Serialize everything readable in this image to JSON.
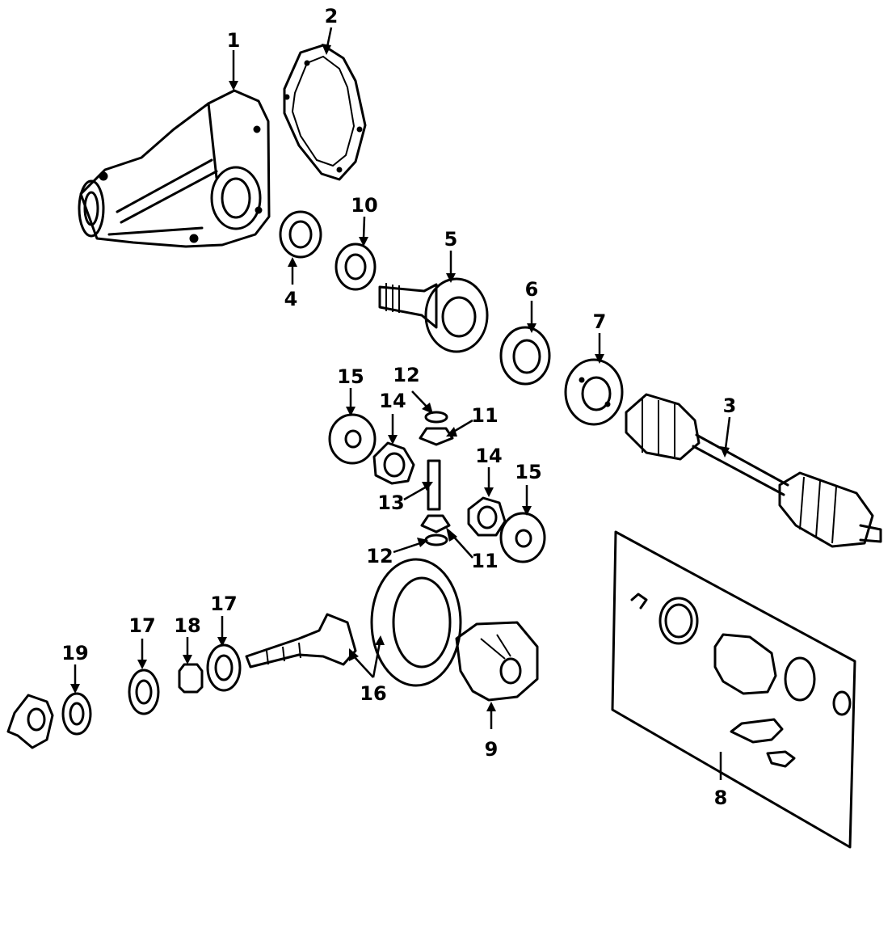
{
  "callouts": {
    "c1": "1",
    "c2": "2",
    "c3": "3",
    "c4": "4",
    "c5": "5",
    "c6": "6",
    "c7": "7",
    "c8": "8",
    "c9": "9",
    "c10": "10",
    "c11a": "11",
    "c11b": "11",
    "c12a": "12",
    "c12b": "12",
    "c13": "13",
    "c14a": "14",
    "c14b": "14",
    "c15a": "15",
    "c15b": "15",
    "c16": "16",
    "c17a": "17",
    "c17b": "17",
    "c18": "18",
    "c19": "19"
  }
}
